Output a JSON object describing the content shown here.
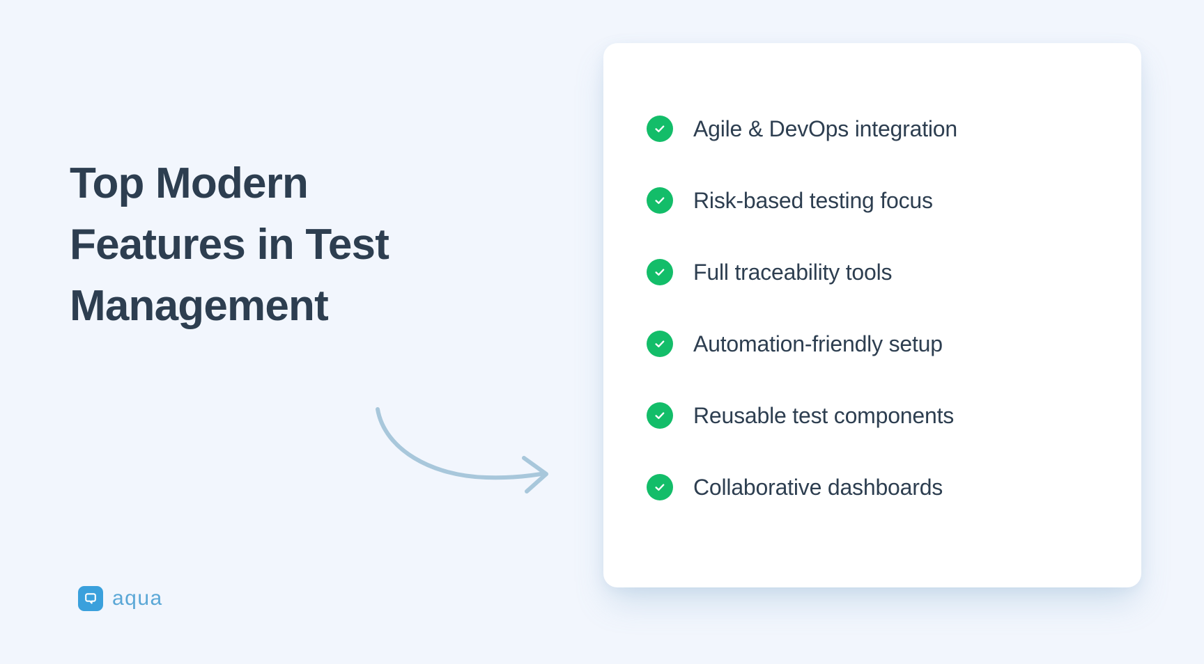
{
  "background_color": "#f2f6fd",
  "heading": {
    "text": "Top Modern\nFeatures in Test\nManagement",
    "color": "#2d3e50"
  },
  "arrow": {
    "name": "curved-arrow",
    "color": "#a8c7db"
  },
  "logo": {
    "mark_name": "aqua-logo-mark",
    "wordmark": "aqua",
    "mark_color": "#3aa0dc",
    "word_color": "#5aa7d6"
  },
  "card": {
    "background": "#ffffff",
    "check_color": "#13bd69",
    "features": [
      {
        "label": "Agile & DevOps integration"
      },
      {
        "label": "Risk-based testing focus"
      },
      {
        "label": "Full traceability tools"
      },
      {
        "label": "Automation-friendly setup"
      },
      {
        "label": "Reusable test components"
      },
      {
        "label": "Collaborative dashboards"
      }
    ]
  }
}
